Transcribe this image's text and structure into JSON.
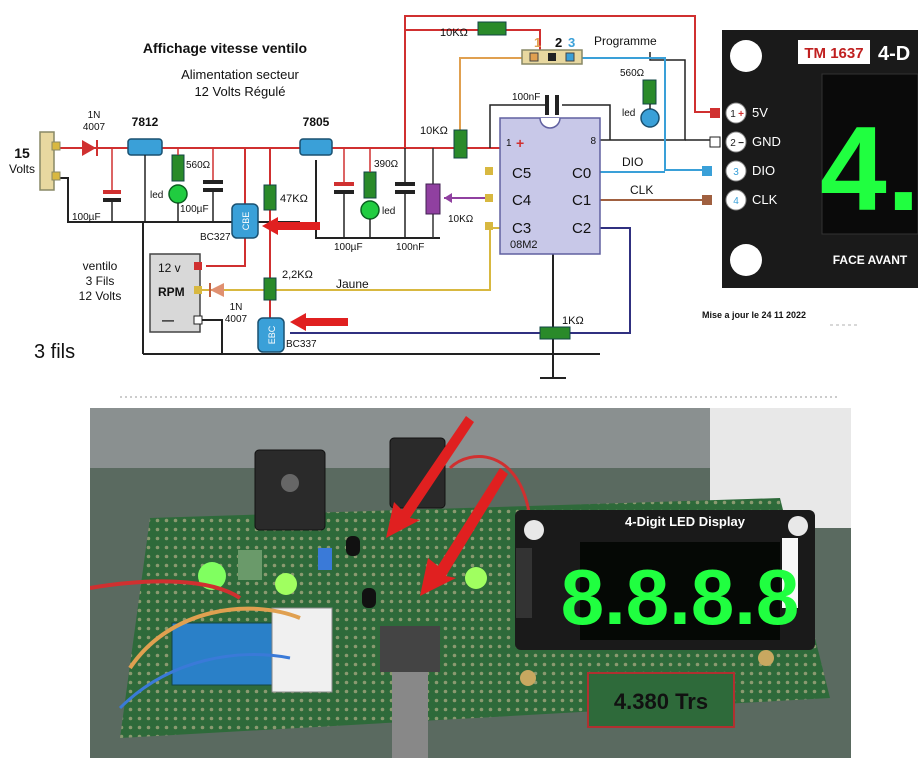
{
  "schematic": {
    "title": "Affichage vitesse ventilo",
    "subtitle1": "Alimentation  secteur",
    "subtitle2": "12 Volts  Régulé",
    "supply_label": "15",
    "supply_unit": "Volts",
    "diode1_a": "1N",
    "diode1_b": "4007",
    "reg1": "7812",
    "reg2": "7805",
    "r_led1": "560Ω",
    "led1": "led",
    "c1": "100µF",
    "c2": "100µF",
    "t1": "BC327",
    "r_47k": "47KΩ",
    "r_390": "390Ω",
    "led2": "led",
    "c3": "100µF",
    "c4": "100nF",
    "pot": "10KΩ",
    "r_10k_left": "10KΩ",
    "r_10k_top": "10KΩ",
    "cap_top": "100nF",
    "prog_label": "Programme",
    "prog_pin1": "1",
    "prog_pin2": "2",
    "prog_pin3": "3",
    "r_560_right": "560Ω",
    "led3": "led",
    "pic_pin1": "1",
    "pic_plus": "+",
    "pic_pin8": "8",
    "pic_c5": "C5",
    "pic_c4": "C4",
    "pic_c3": "C3",
    "pic_c0": "C0",
    "pic_c1": "C1",
    "pic_c2": "C2",
    "pic_name": "08M2",
    "dio": "DIO",
    "clk": "CLK",
    "fan_title1": "ventilo",
    "fan_title2": "3 Fils",
    "fan_title3": "12 Volts",
    "fan_12v": "12 v",
    "fan_rpm": "RPM",
    "fan_minus": "—",
    "diode2_a": "1N",
    "diode2_b": "4007",
    "r_2k2": "2,2KΩ",
    "jaune": "Jaune",
    "t2": "BC337",
    "r_1k": "1KΩ",
    "three_wires": "3 fils",
    "update": "Mise a jour le 24 11 2022",
    "module_chip": "TM 1637",
    "module_partial": "4-D",
    "module_digit": "4.",
    "module_face": "FACE AVANT",
    "mod_pin1": "1",
    "mod_pin1_plus": "+",
    "mod_pin1_label": "5V",
    "mod_pin2": "2",
    "mod_pin2_minus": "−",
    "mod_pin2_label": "GND",
    "mod_pin3": "3",
    "mod_pin3_label": "DIO",
    "mod_pin4": "4",
    "mod_pin4_label": "CLK",
    "t1_pins": "CBE",
    "t2_pins": "EBC"
  },
  "photo": {
    "display_title": "4-Digit LED Display",
    "display_digits": "8.8.8.8",
    "speed_label": "4.380 Trs"
  },
  "colors": {
    "wire_red": "#d03030",
    "wire_black": "#222222",
    "wire_orange": "#e0a050",
    "wire_blue": "#3aa0d8",
    "wire_brown": "#a06040",
    "wire_navy": "#303080",
    "wire_yellow": "#d8b840",
    "component_green": "#2a8a2a",
    "ic_fill": "#c8c8e8",
    "led_green": "#20ff40",
    "arrow_red": "#e02020",
    "board_green": "#2e6a3a"
  }
}
